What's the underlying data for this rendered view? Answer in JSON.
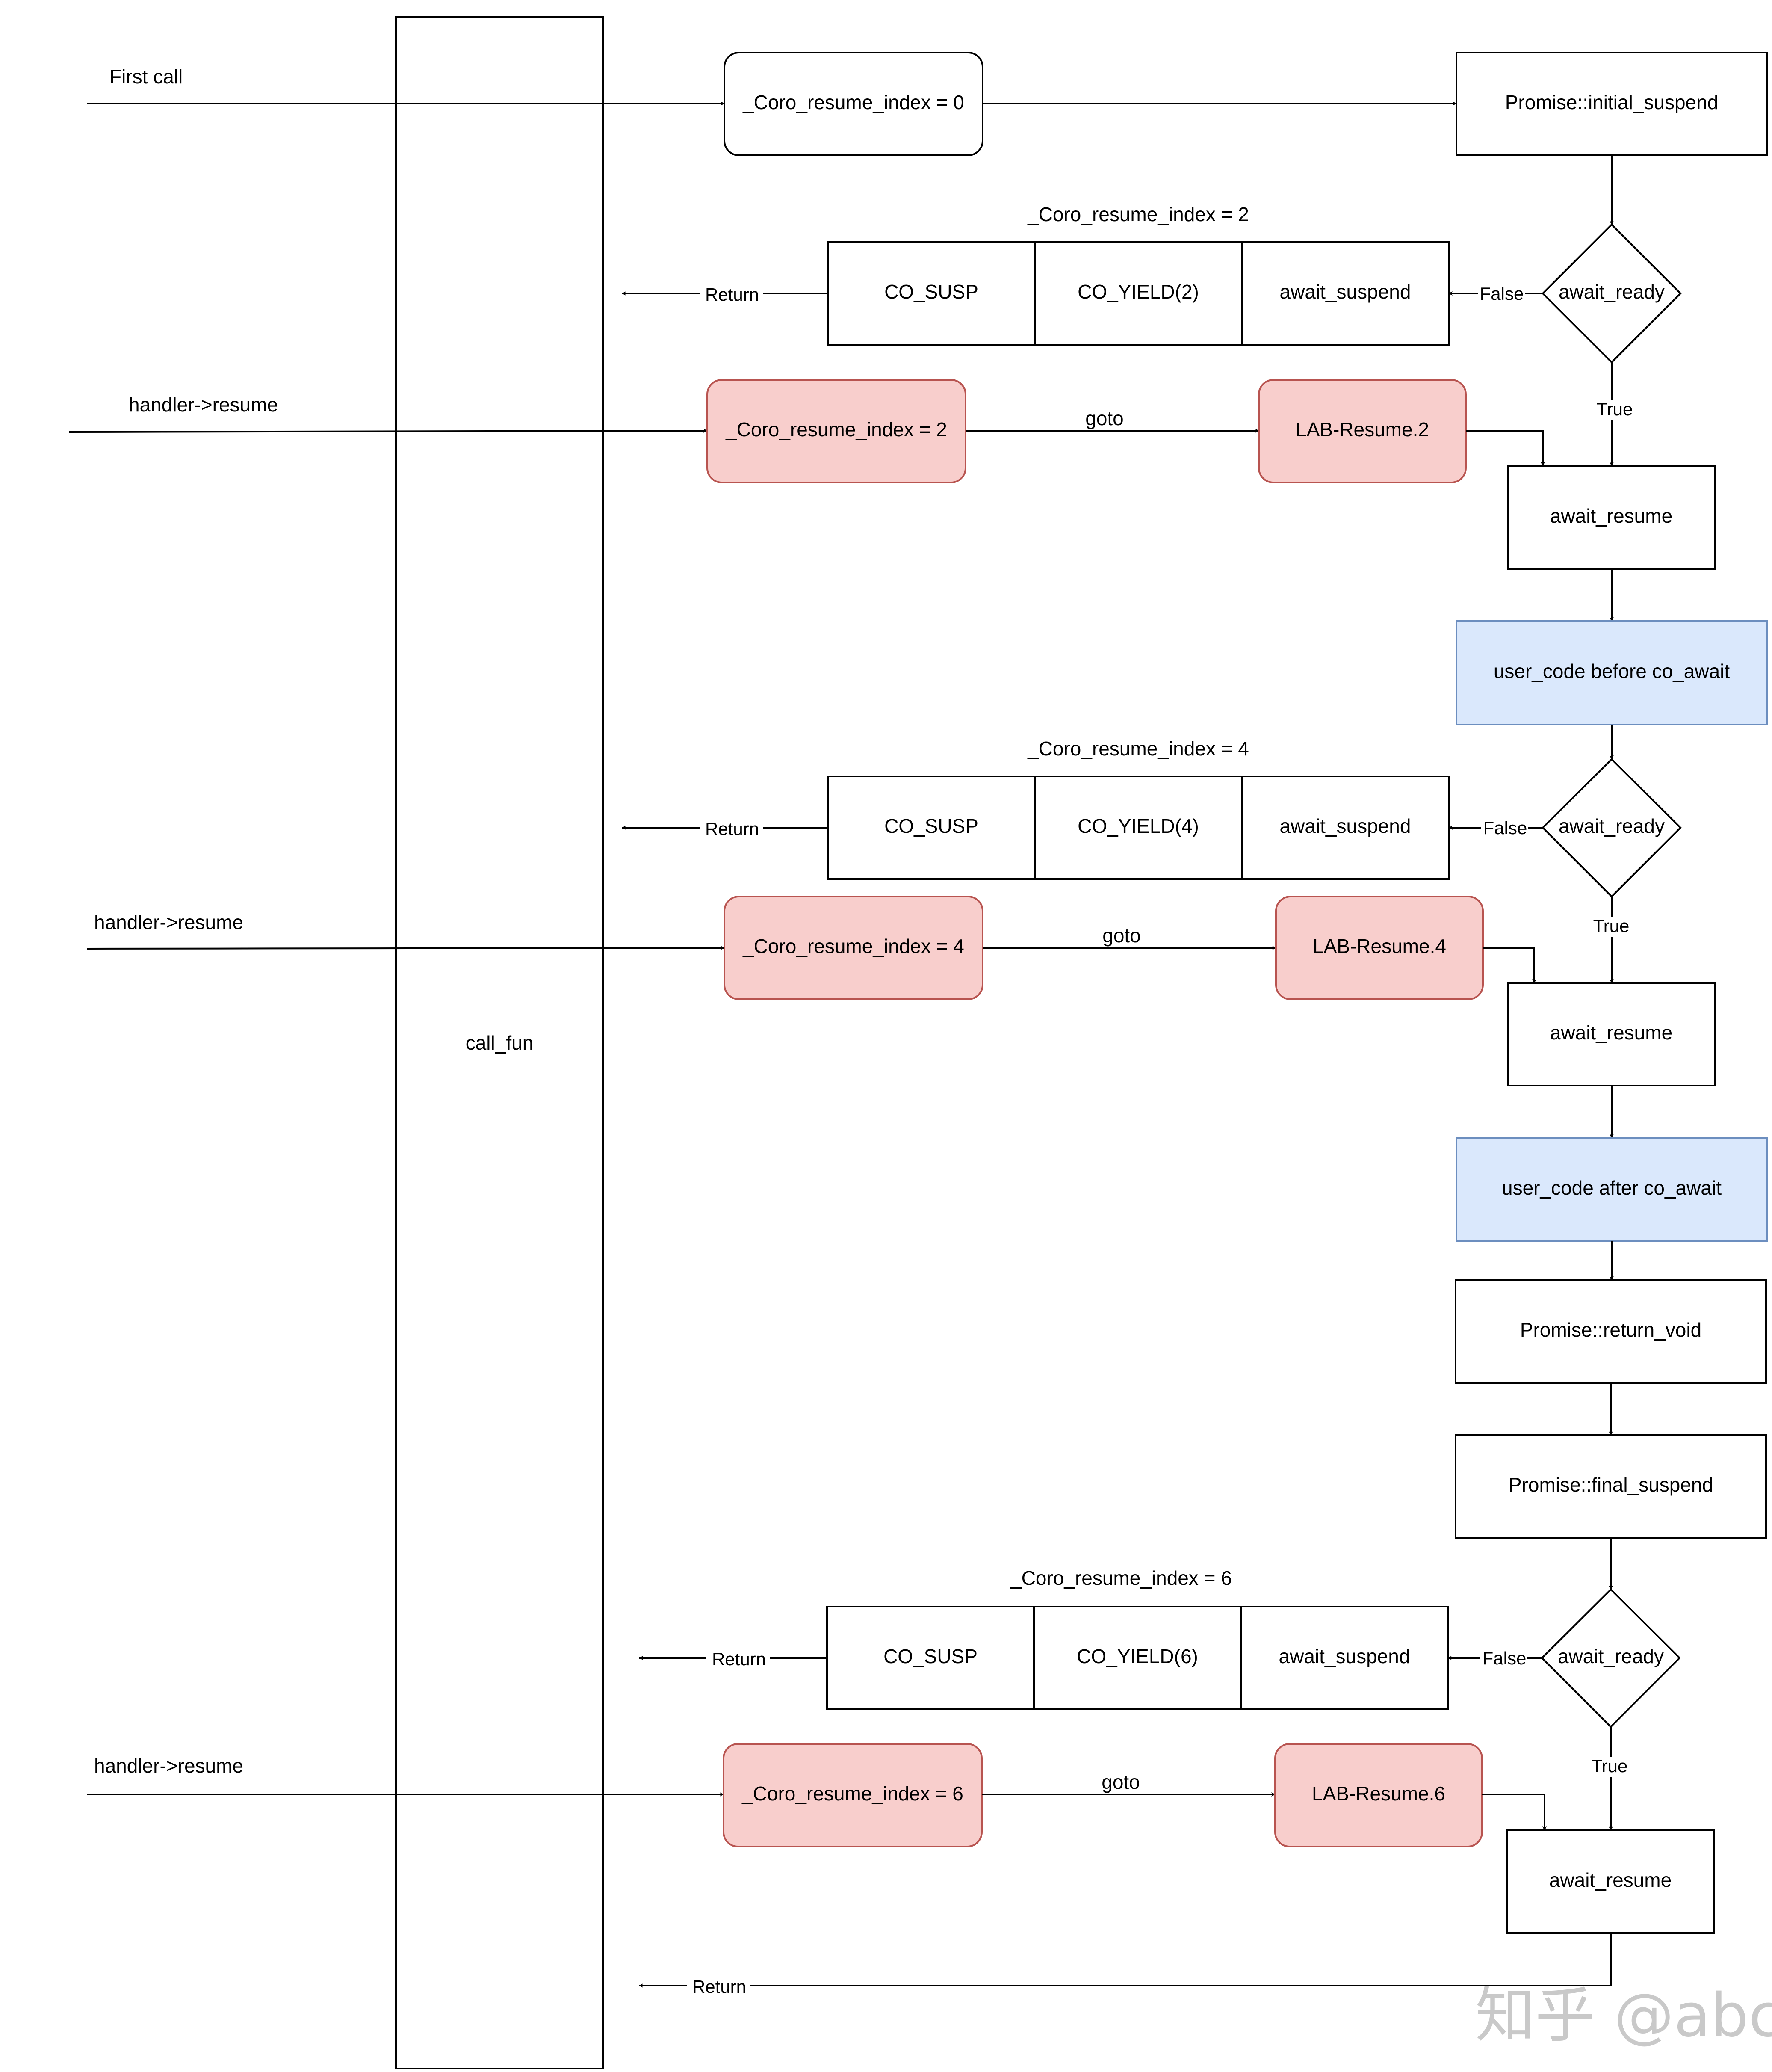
{
  "colors": {
    "stroke": "#000000",
    "resume_fill": "#f8cecc",
    "resume_stroke": "#b85450",
    "user_fill": "#dae8fc",
    "user_stroke": "#6c8ebf",
    "watermark": "#c9c9c9"
  },
  "caller": {
    "column_label": "call_fun",
    "first_call": "First call",
    "resume_call": "handler->resume"
  },
  "entry": {
    "index0": "_Coro_resume_index = 0",
    "initial_suspend": "Promise::initial_suspend"
  },
  "await1": {
    "header": "_Coro_resume_index = 2",
    "susp": "CO_SUSP",
    "yield": "CO_YIELD(2)",
    "suspend": "await_suspend",
    "ready": "await_ready",
    "resume_index": "_Coro_resume_index = 2",
    "lab": "LAB-Resume.2",
    "resume": "await_resume"
  },
  "user_before": "user_code before co_await",
  "await2": {
    "header": "_Coro_resume_index = 4",
    "susp": "CO_SUSP",
    "yield": "CO_YIELD(4)",
    "suspend": "await_suspend",
    "ready": "await_ready",
    "resume_index": "_Coro_resume_index = 4",
    "lab": "LAB-Resume.4",
    "resume": "await_resume"
  },
  "user_after": "user_code after co_await",
  "return_void": "Promise::return_void",
  "final_suspend": "Promise::final_suspend",
  "await3": {
    "header": "_Coro_resume_index = 6",
    "susp": "CO_SUSP",
    "yield": "CO_YIELD(6)",
    "suspend": "await_suspend",
    "ready": "await_ready",
    "resume_index": "_Coro_resume_index = 6",
    "lab": "LAB-Resume.6",
    "resume": "await_resume"
  },
  "edges": {
    "return": "Return",
    "false": "False",
    "true": "True",
    "goto": "goto"
  },
  "watermark": "知乎 @abc"
}
